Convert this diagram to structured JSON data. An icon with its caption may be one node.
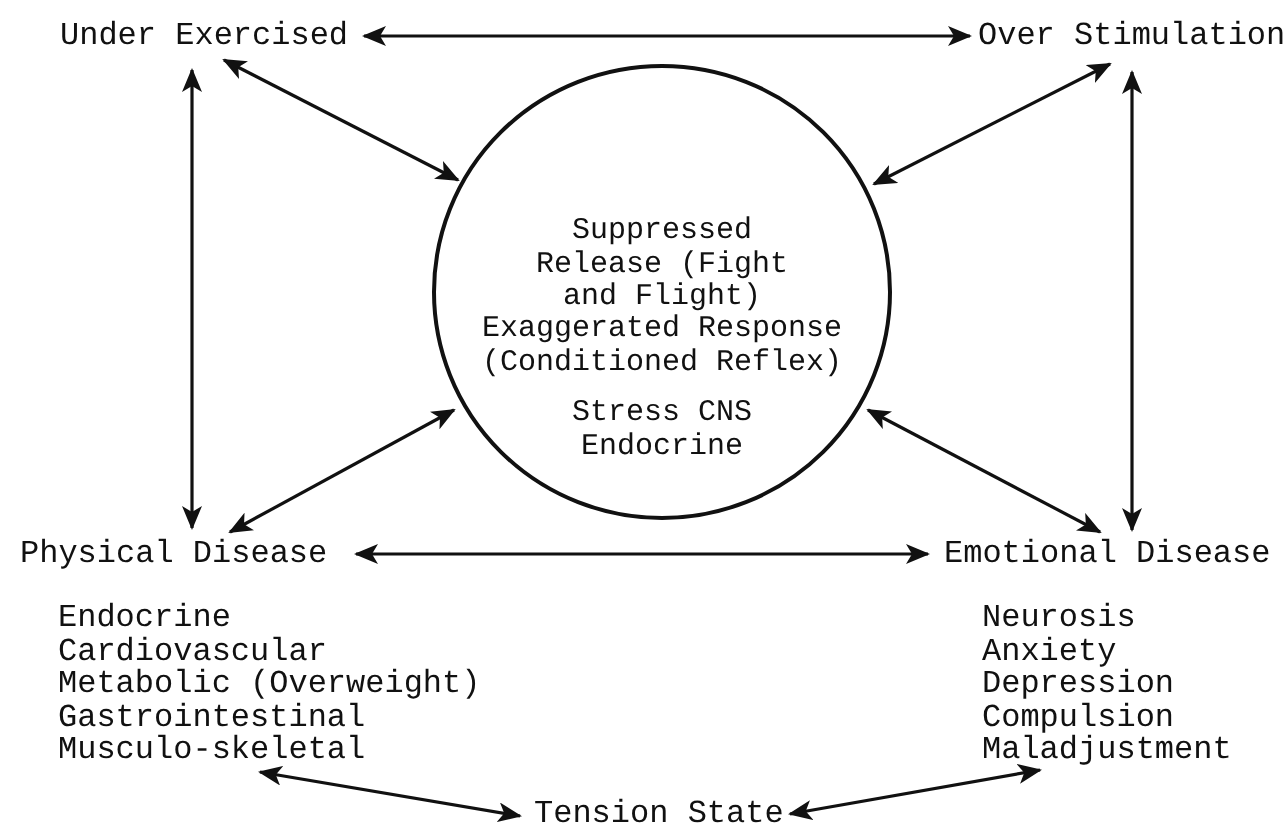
{
  "diagram": {
    "nodes": [
      {
        "text": [
          "Under Exercised"
        ]
      },
      {
        "text": [
          "Over Stimulation"
        ]
      },
      {
        "text": [
          "Suppressed Release (Fight and Flight)",
          "Exaggerated Response (Conditioned Reflex)",
          "Stress CNS Endocrine"
        ]
      },
      {
        "text": [
          "Physical Disease"
        ]
      },
      {
        "text": [
          "Emotional Disease"
        ]
      },
      {
        "text": [
          "Endocrine",
          "Cardiovascular",
          "Metabolic (Overweight)",
          "Gastrointestinal",
          "Musculo-skeletal"
        ]
      },
      {
        "text": [
          "Neurosis",
          "Anxiety",
          "Depression",
          "Compulsion",
          "Maladjustment"
        ]
      },
      {
        "text": [
          "Tension State"
        ]
      }
    ],
    "edges": [
      {
        "from": 0,
        "to": 1,
        "arrow": "both"
      },
      {
        "from": 0,
        "to": 2,
        "arrow": "both"
      },
      {
        "from": 1,
        "to": 2,
        "arrow": "both"
      },
      {
        "from": 0,
        "to": 3,
        "arrow": "both"
      },
      {
        "from": 1,
        "to": 4,
        "arrow": "both"
      },
      {
        "from": 3,
        "to": 2,
        "arrow": "both"
      },
      {
        "from": 4,
        "to": 2,
        "arrow": "both"
      },
      {
        "from": 3,
        "to": 4,
        "arrow": "both"
      },
      {
        "from": 5,
        "to": 7,
        "arrow": "both"
      },
      {
        "from": 6,
        "to": 7,
        "arrow": "both"
      }
    ]
  }
}
